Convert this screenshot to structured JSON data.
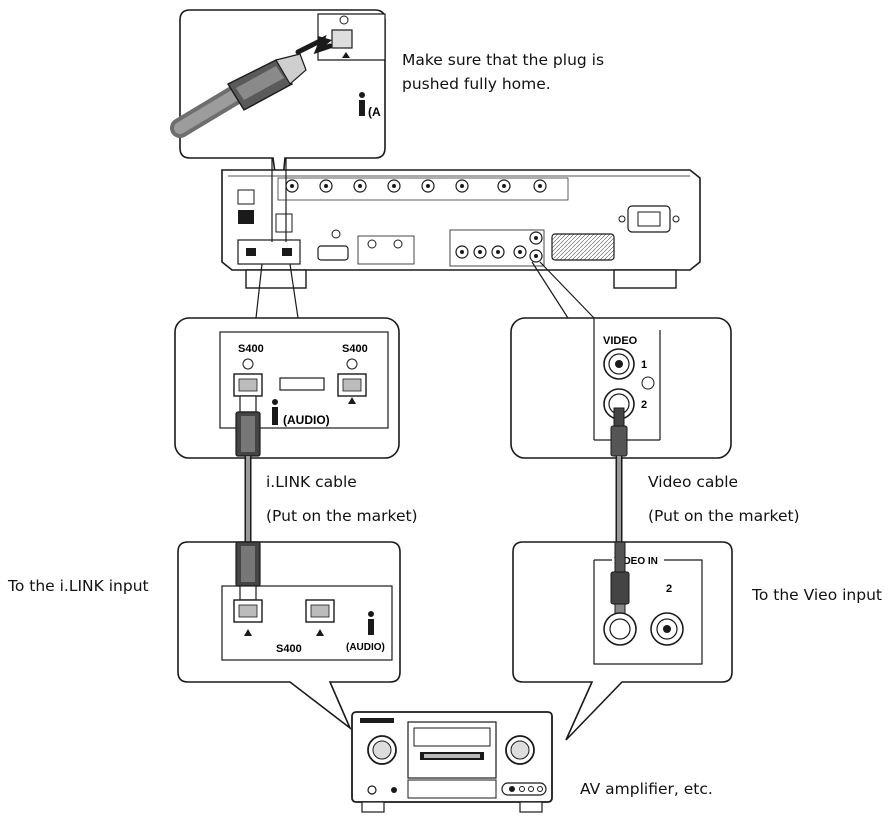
{
  "captions": {
    "plug_note_line1": "Make sure that the plug is",
    "plug_note_line2": "pushed fully home.",
    "ilink_cable": "i.LINK cable",
    "ilink_cable_sub": "(Put on the market)",
    "video_cable": "Video cable",
    "video_cable_sub": "(Put on the market)",
    "to_ilink_input": "To the i.LINK input",
    "to_video_input": "To the Vieo input",
    "av_amplifier": "AV amplifier, etc."
  },
  "player_ilink_panel": {
    "port_left_label": "S400",
    "port_right_label": "S400",
    "audio_label": "(AUDIO)"
  },
  "player_video_panel": {
    "title": "VIDEO",
    "jack_1": "1",
    "jack_2": "2"
  },
  "amp_ilink_panel": {
    "speed_label": "S400",
    "audio_label": "(AUDIO)"
  },
  "amp_video_panel": {
    "title": "VIDEO IN",
    "jack_2": "2"
  },
  "inset_top": {
    "audio_label_partial": "(A"
  },
  "colors": {
    "line": "#1a1a1a",
    "panel_fill": "#ffffff",
    "cable_gray": "#8a8a8a",
    "plug_dark": "#3a3a3a"
  }
}
